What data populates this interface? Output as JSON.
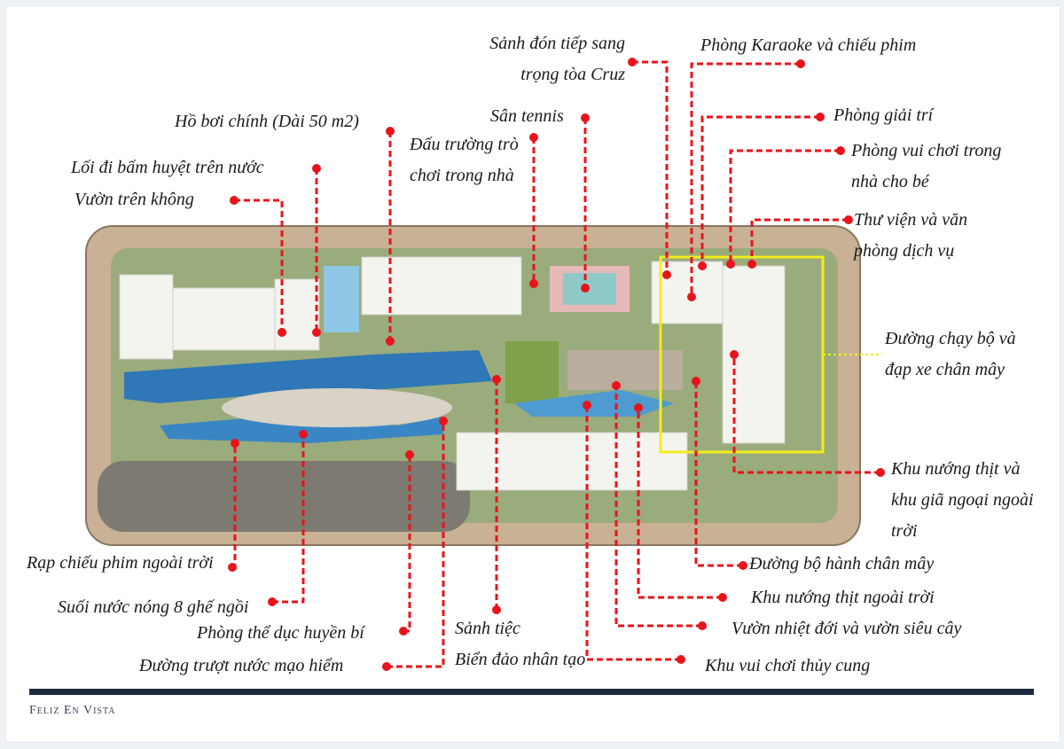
{
  "labels": {
    "cruz_lobby": [
      "Sảnh đón tiếp sang",
      "trọng tòa Cruz"
    ],
    "karaoke": "Phòng Karaoke và chiếu phim",
    "entertainment": "Phòng giải trí",
    "kids_room": [
      "Phòng vui chơi trong",
      "nhà cho bé"
    ],
    "library": [
      "Thư viện và văn",
      "phòng dịch vụ"
    ],
    "jogging": [
      "Đường chạy bộ và",
      "đạp xe chân mây"
    ],
    "bbq_picnic": [
      "Khu nướng thịt và",
      "khu giã ngoại ngoài",
      "trời"
    ],
    "skywalk": "Đường bộ hành chân mây",
    "bbq_outdoor": "Khu nướng thịt ngoài trời",
    "tropical_garden": "Vườn nhiệt đới và vườn siêu cây",
    "aquarium": "Khu vui chơi thủy cung",
    "artificial_beach": "Biển đảo nhân tạo",
    "banquet": "Sảnh tiệc",
    "waterslide": "Đường trượt nước mạo hiểm",
    "gym": "Phòng thể dục huyền bí",
    "hot_spring": "Suối nước nóng 8 ghế ngồi",
    "outdoor_cinema": "Rạp chiếu phim ngoài trời",
    "sky_garden": "Vườn trên không",
    "acupressure": "Lối đi bấm huyệt trên nước",
    "main_pool": "Hồ bơi chính (Dài 50 m2)",
    "tennis": "Sân tennis",
    "indoor_arena": [
      "Đấu trường trò",
      "chơi trong nhà"
    ]
  },
  "footer": {
    "brand": "Feliz En Vista"
  },
  "colors": {
    "leader": "#e8141b",
    "jogging_track": "#f2ee1c",
    "footer_bar": "#1f2b40"
  }
}
